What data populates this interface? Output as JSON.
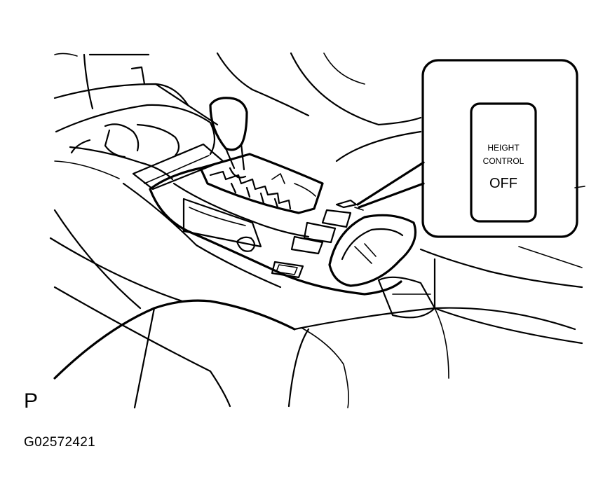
{
  "switch_callout": {
    "line1": "HEIGHT",
    "line2": "CONTROL",
    "line3": "OFF"
  },
  "view_label": "P",
  "figure_code": "G02572421"
}
